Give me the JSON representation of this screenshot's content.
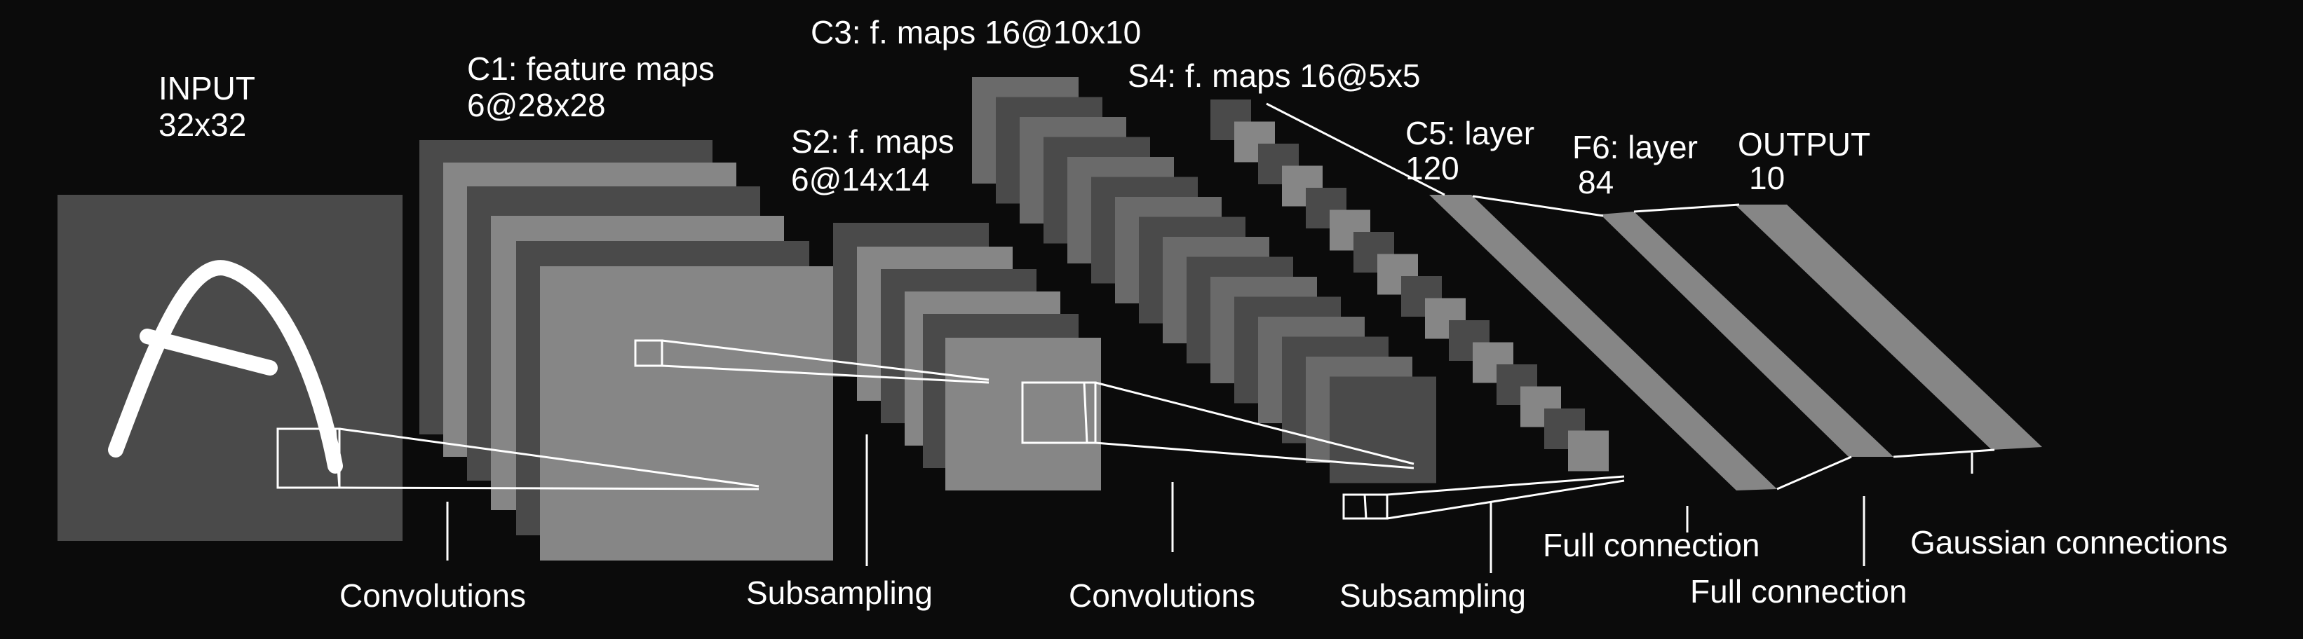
{
  "diagram": {
    "title": "",
    "colors": {
      "background": "#0b0b0b",
      "input_plane": "#4a4a4a",
      "map_dark": "#4a4a4a",
      "map_mid": "#6a6a6a",
      "map_light": "#868686",
      "stroke": "#ffffff"
    },
    "labels": {
      "input": [
        "INPUT",
        "32x32"
      ],
      "c1": [
        "C1: feature maps",
        "6@28x28"
      ],
      "s2": [
        "S2: f. maps",
        "6@14x14"
      ],
      "c3": "C3: f. maps 16@10x10",
      "s4": "S4: f. maps 16@5x5",
      "c5": [
        "C5: layer",
        "120"
      ],
      "f6": [
        "F6: layer",
        "84"
      ],
      "output": [
        "OUTPUT",
        "10"
      ]
    },
    "operations": {
      "conv1": "Convolutions",
      "sub1": "Subsampling",
      "conv2": "Convolutions",
      "sub2": "Subsampling",
      "full1": "Full connection",
      "full2": "Full connection",
      "gauss": "Gaussian connections"
    },
    "input_glyph": "A"
  }
}
